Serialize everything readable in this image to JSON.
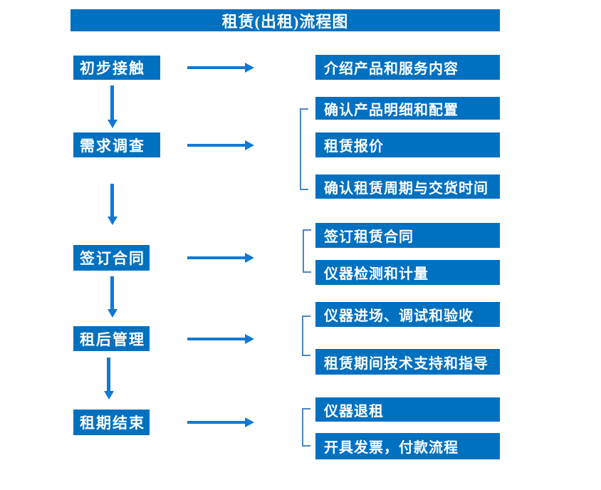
{
  "title": "租赁(出租)流程图",
  "colors": {
    "box_fill": "#0070C0",
    "arrow": "#1278D2",
    "bracket": "#4a86c8",
    "text": "#FFFFFF",
    "background": "#FFFFFF"
  },
  "stages": [
    {
      "label": "初步接触"
    },
    {
      "label": "需求调查"
    },
    {
      "label": "签订合同"
    },
    {
      "label": "租后管理"
    },
    {
      "label": "租期结束"
    }
  ],
  "details": [
    {
      "label": "介绍产品和服务内容"
    },
    {
      "label": "确认产品明细和配置"
    },
    {
      "label": "租赁报价"
    },
    {
      "label": "确认租赁周期与交货时间"
    },
    {
      "label": "签订租赁合同"
    },
    {
      "label": "仪器检测和计量"
    },
    {
      "label": "仪器进场、调试和验收"
    },
    {
      "label": "租赁期间技术支持和指导"
    },
    {
      "label": "仪器退租"
    },
    {
      "label": "开具发票，付款流程"
    }
  ]
}
